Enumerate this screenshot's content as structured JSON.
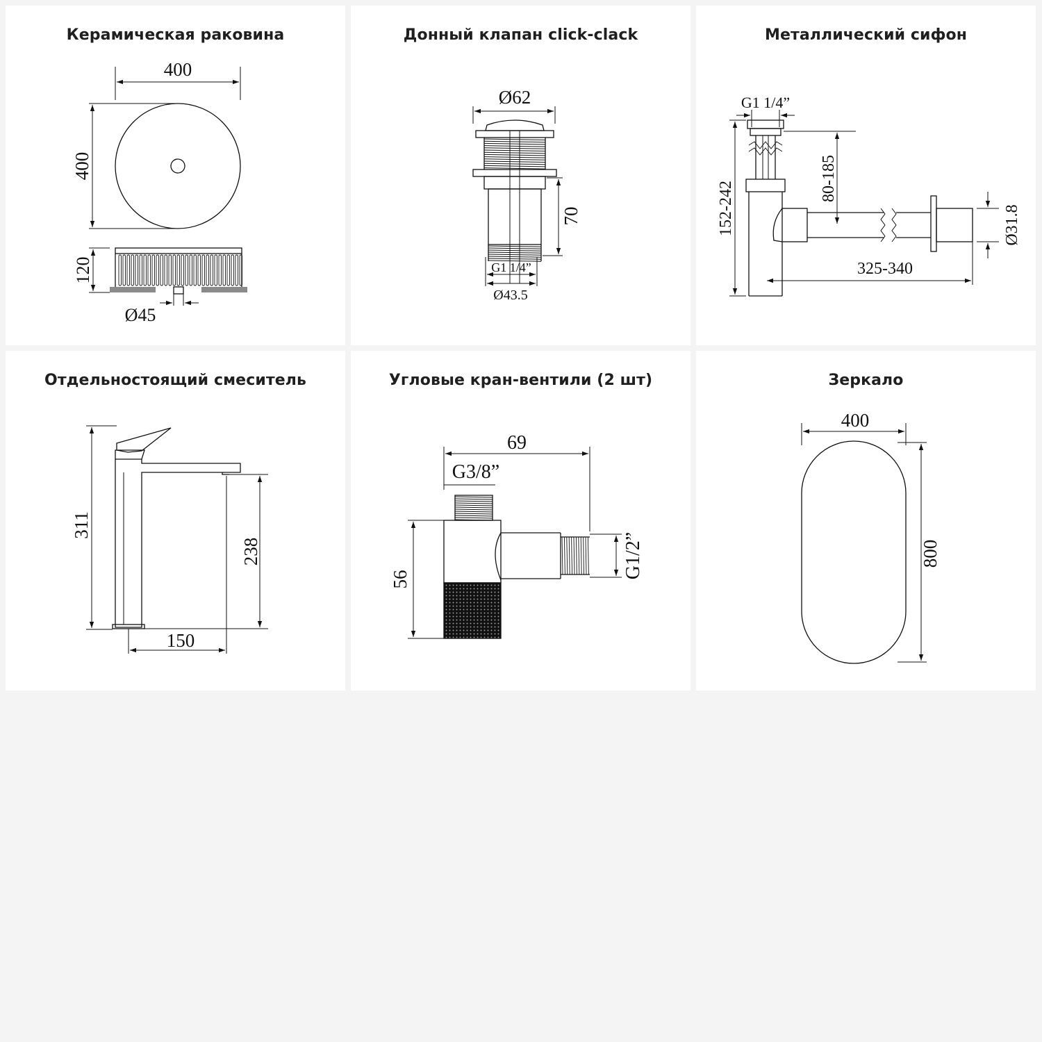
{
  "colors": {
    "background": "#f4f4f4",
    "card": "#ffffff",
    "ink": "#111111"
  },
  "cards": [
    {
      "title": "Керамическая раковина",
      "dims": {
        "width": "400",
        "depth": "400",
        "height": "120",
        "drain": "Ø45"
      }
    },
    {
      "title": "Донный клапан click-clack",
      "dims": {
        "top": "Ø62",
        "height": "70",
        "thread": "G1 1/4”",
        "bottom": "Ø43.5"
      }
    },
    {
      "title": "Металлический сифон",
      "dims": {
        "thread": "G1 1/4”",
        "height": "152-242",
        "adjust": "80-185",
        "length": "325-340",
        "pipe": "Ø31.8"
      }
    },
    {
      "title": "Отдельностоящий смеситель",
      "dims": {
        "height": "311",
        "spout_height": "238",
        "reach": "150"
      }
    },
    {
      "title": "Угловые кран-вентили (2 шт)",
      "dims": {
        "length": "69",
        "inlet": "G3/8”",
        "height": "56",
        "outlet": "G1/2”"
      }
    },
    {
      "title": "Зеркало",
      "dims": {
        "width": "400",
        "height": "800"
      }
    }
  ]
}
